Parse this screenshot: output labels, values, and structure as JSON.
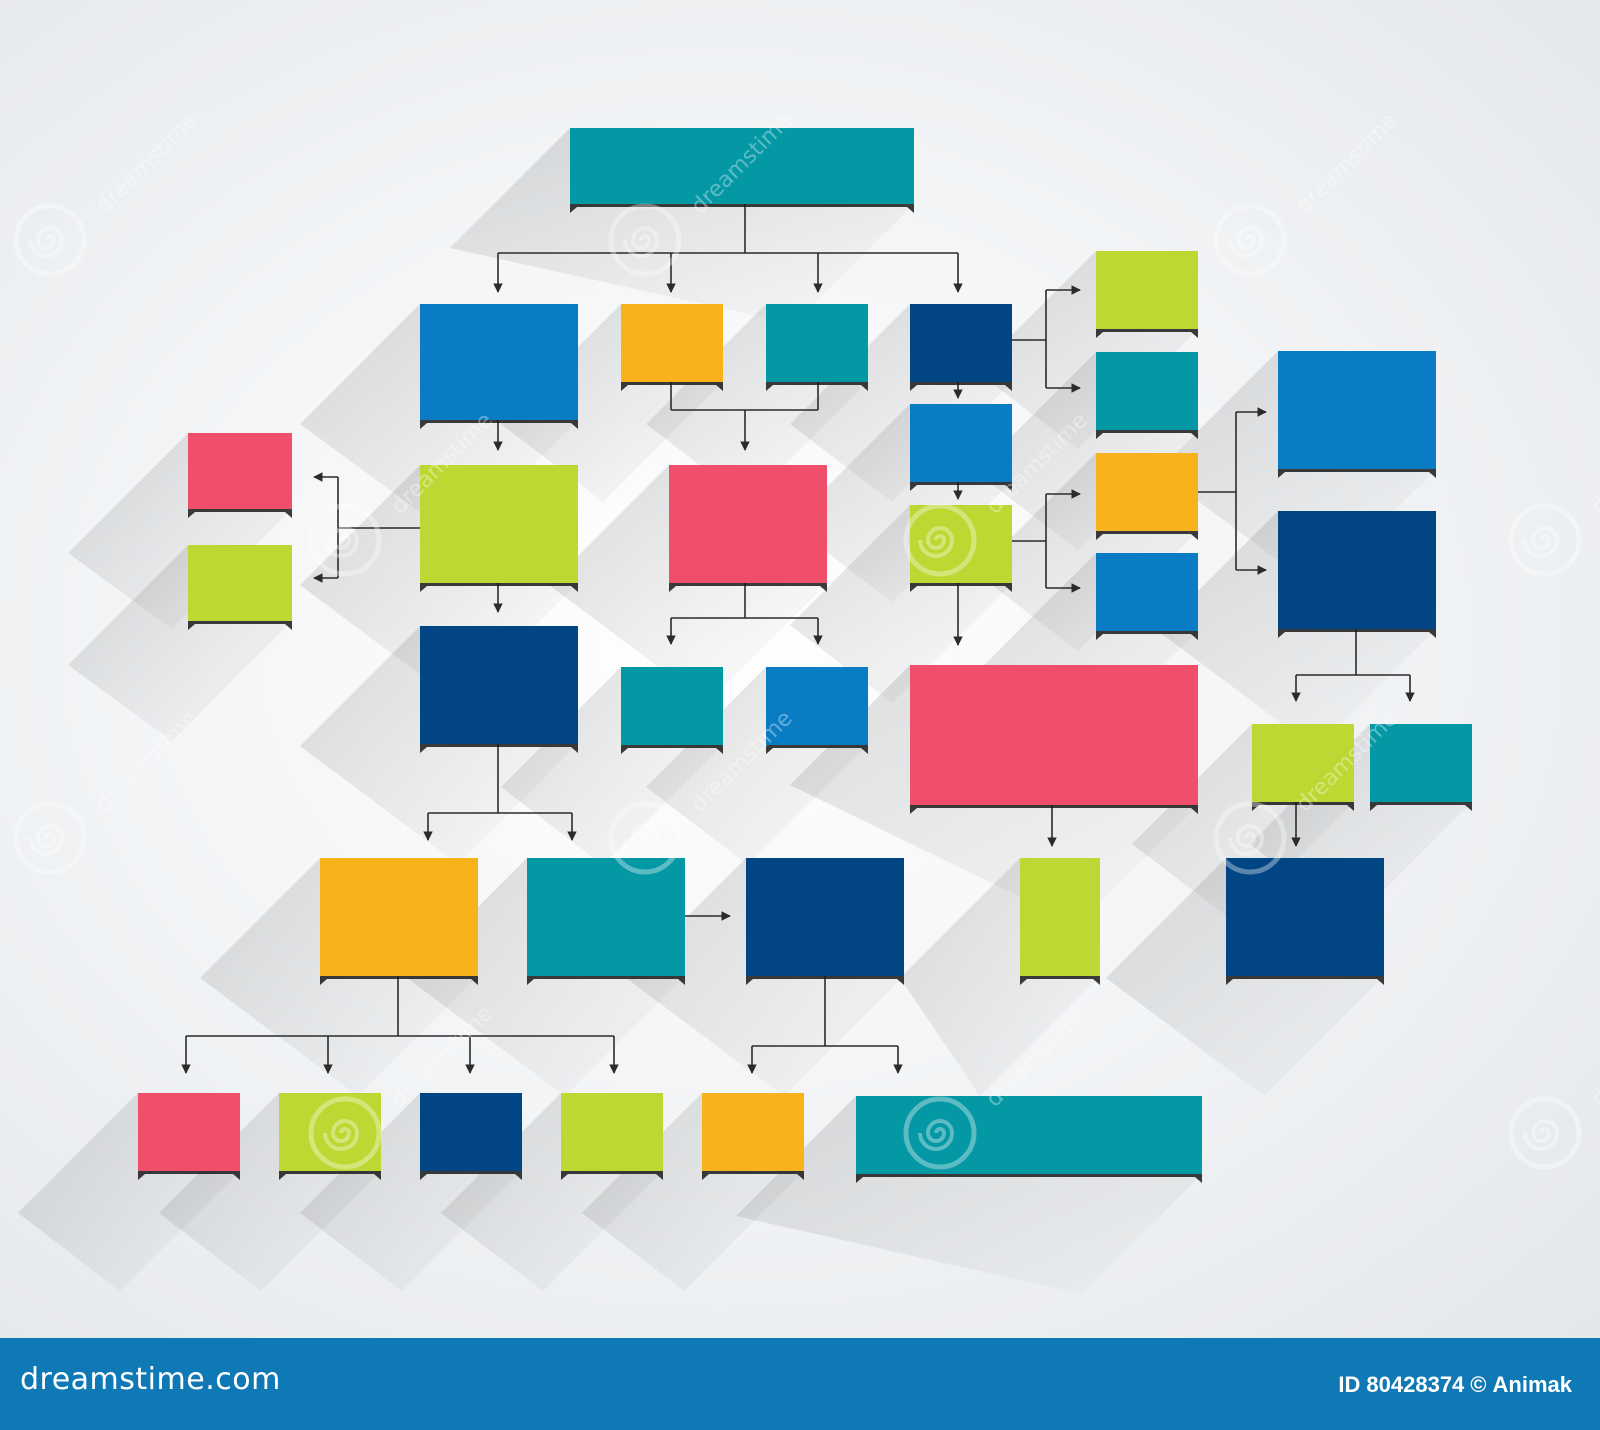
{
  "colors": {
    "teal": "#0497a4",
    "blue": "#0a7cc3",
    "orange": "#f8b21c",
    "navy": "#024585",
    "green": "#bfd733",
    "pink": "#ef4f6a",
    "connector": "#2b2b2b",
    "footer": "#0f79b6"
  },
  "diagram": {
    "boxes": [
      {
        "id": "root",
        "color": "teal"
      },
      {
        "id": "b1",
        "color": "blue"
      },
      {
        "id": "b2",
        "color": "orange"
      },
      {
        "id": "b3",
        "color": "teal"
      },
      {
        "id": "b4",
        "color": "navy"
      },
      {
        "id": "r1",
        "color": "green"
      },
      {
        "id": "r2",
        "color": "teal"
      },
      {
        "id": "r3",
        "color": "orange"
      },
      {
        "id": "r4",
        "color": "blue"
      },
      {
        "id": "far1",
        "color": "blue"
      },
      {
        "id": "far2",
        "color": "navy"
      },
      {
        "id": "b4a",
        "color": "blue"
      },
      {
        "id": "b4b",
        "color": "green"
      },
      {
        "id": "left1",
        "color": "pink"
      },
      {
        "id": "left2",
        "color": "green"
      },
      {
        "id": "g1",
        "color": "green"
      },
      {
        "id": "pk",
        "color": "pink"
      },
      {
        "id": "pk1",
        "color": "teal"
      },
      {
        "id": "pk2",
        "color": "blue"
      },
      {
        "id": "big",
        "color": "pink"
      },
      {
        "id": "n1",
        "color": "navy"
      },
      {
        "id": "fc1",
        "color": "green"
      },
      {
        "id": "fc2",
        "color": "teal"
      },
      {
        "id": "o1",
        "color": "orange"
      },
      {
        "id": "t1",
        "color": "teal"
      },
      {
        "id": "n2",
        "color": "navy"
      },
      {
        "id": "gtall",
        "color": "green"
      },
      {
        "id": "n3",
        "color": "navy"
      },
      {
        "id": "bot1",
        "color": "pink"
      },
      {
        "id": "bot2",
        "color": "green"
      },
      {
        "id": "bot3",
        "color": "navy"
      },
      {
        "id": "bot4",
        "color": "green"
      },
      {
        "id": "bot5",
        "color": "orange"
      },
      {
        "id": "bot6",
        "color": "teal"
      }
    ]
  },
  "watermark": {
    "text": "dreamstime"
  },
  "footer": {
    "logo_text": "dreamstime.com",
    "id_label": "ID",
    "id_value": "80428374",
    "copyright": "©",
    "author": "Animak"
  }
}
